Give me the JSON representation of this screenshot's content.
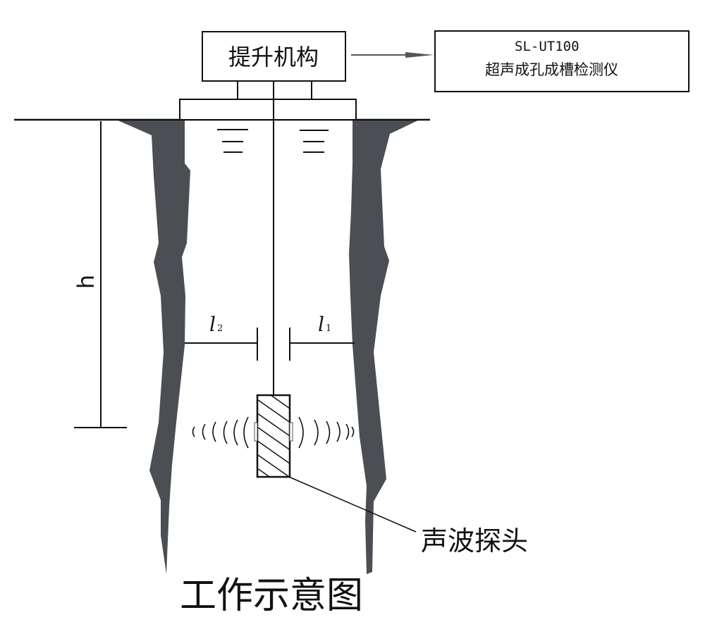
{
  "lift_mechanism": "提升机构",
  "instrument": {
    "model": "SL-UT100",
    "name": "超声成孔成槽检测仪"
  },
  "depth_label": "h",
  "distance_left": {
    "symbol": "l",
    "subscript": "2"
  },
  "distance_right": {
    "symbol": "l",
    "subscript": "1"
  },
  "probe_label": "声波探头",
  "title": "工作示意图",
  "colors": {
    "wall": "#4b4e53",
    "line": "#111111"
  }
}
